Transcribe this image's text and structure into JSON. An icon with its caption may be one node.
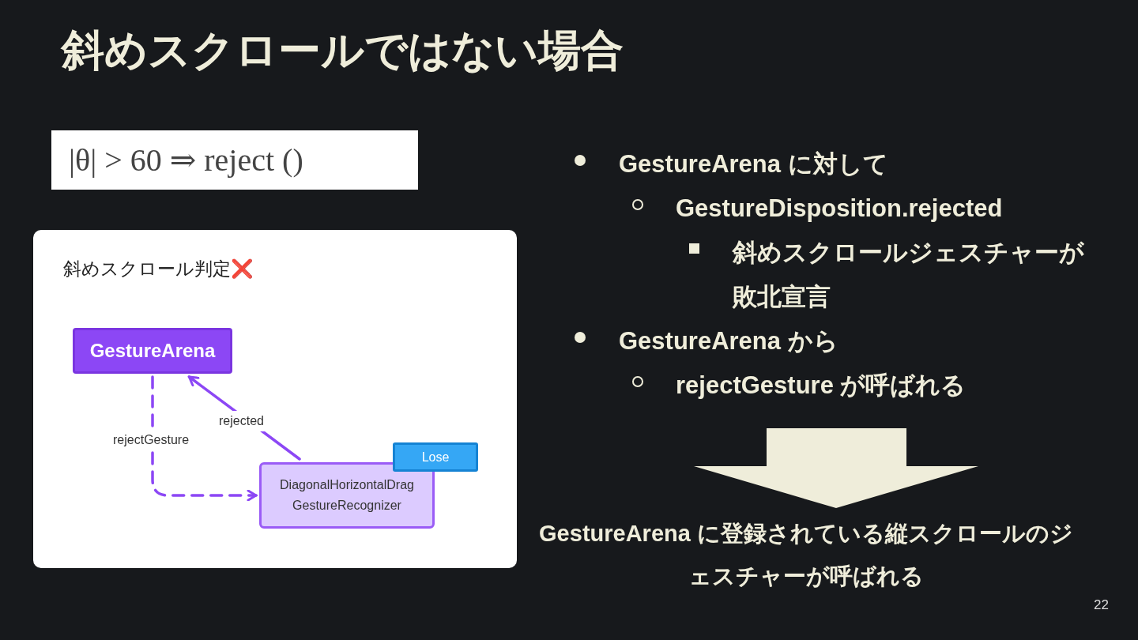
{
  "diagram": {
    "title": "斜めスクロールではない場合",
    "nodes": [
      {
        "text": [
          "斜めスクロール判定❌"
        ]
      },
      {
        "text": [
          "GestureArena"
        ],
        "in": 0
      },
      {
        "text": [
          "DiagonalHorizontalDrag GestureRecognizer"
        ],
        "in": 0
      },
      {
        "text": [
          "Lose"
        ],
        "in": 0
      },
      {
        "text": [
          "GestureArena に登録されている縦スクロールのジェスチャーが呼ばれる"
        ]
      }
    ],
    "edges": [
      {
        "from": 1,
        "to": 2,
        "arrow": "to",
        "style": "dashed",
        "label": "rejectGesture"
      },
      {
        "from": 2,
        "to": 1,
        "arrow": "to",
        "label": "rejected"
      },
      {
        "from": null,
        "to": 4,
        "arrow": "to",
        "style": "thick",
        "color": "#efedda"
      }
    ],
    "labels": [
      "|θ| > 60 ⇒ reject ()",
      "GestureArena に対して",
      "GestureDisposition.rejected",
      "斜めスクロールジェスチャーが敗北宣言",
      "GestureArena から",
      "rejectGesture が呼ばれる",
      "22"
    ]
  }
}
